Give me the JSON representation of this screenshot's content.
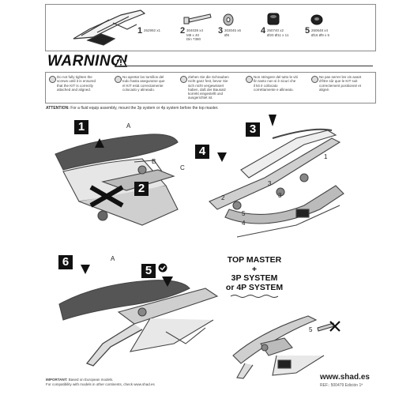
{
  "parts": [
    {
      "num": "1",
      "code": "262992 x1"
    },
    {
      "num": "2",
      "code": "304039 x4\nM8 x 40\nDin 7380"
    },
    {
      "num": "3",
      "code": "303045 x6\nØ8"
    },
    {
      "num": "4",
      "code": "260740 x2\nØ20 Ø11 x 11"
    },
    {
      "num": "5",
      "code": "260648 x4\nØ16 Ø9 x 5"
    }
  ],
  "warning": {
    "title": "WARNING!",
    "texts": [
      "Do not fully tighten the screws until it is ensured that the KIT is correctly attached and aligned.",
      "No apretar los tornillos del todo hasta asegurarse que el KIT está correctamente colocado y alineado.",
      "Ziehen Sie die Schrauben nicht ganz fest, bevor Sie sich nicht vergewissert haben, daß der Bausatz korrekt eingestellt und ausgerichtet ist.",
      "Non stringere del tutto le viti fin tanto non si è sicuri che il kit è collocato correttamente e allineato.",
      "Ne pas serrer les vis avant d'être sûr que le KIT soit correctement positionné et aligné."
    ]
  },
  "attention": {
    "label": "ATTENTION:",
    "text": "For a fluid equip assembly, mount the 3p system or 4p system before the top master."
  },
  "steps": [
    "1",
    "2",
    "3",
    "4",
    "5",
    "6"
  ],
  "callouts": {
    "A_top": "A",
    "B": "B",
    "C": "C",
    "n1": "1",
    "n3a": "3",
    "n3b": "3",
    "n2": "2",
    "n5": "5",
    "n4": "4",
    "A_bottom": "A",
    "n5b": "5"
  },
  "top_master": {
    "line1": "TOP MASTER",
    "line2": "+",
    "line3": "3P SYSTEM",
    "line4": "or 4P SYSTEM"
  },
  "footer": {
    "important_label": "IMPORTANT:",
    "important_text": "Based on European models.",
    "compat": "For compatibility with models in other continents, check www.shad.es",
    "site": "www.shad.es",
    "ref": "REF.: 500479 Edición 1ª"
  }
}
